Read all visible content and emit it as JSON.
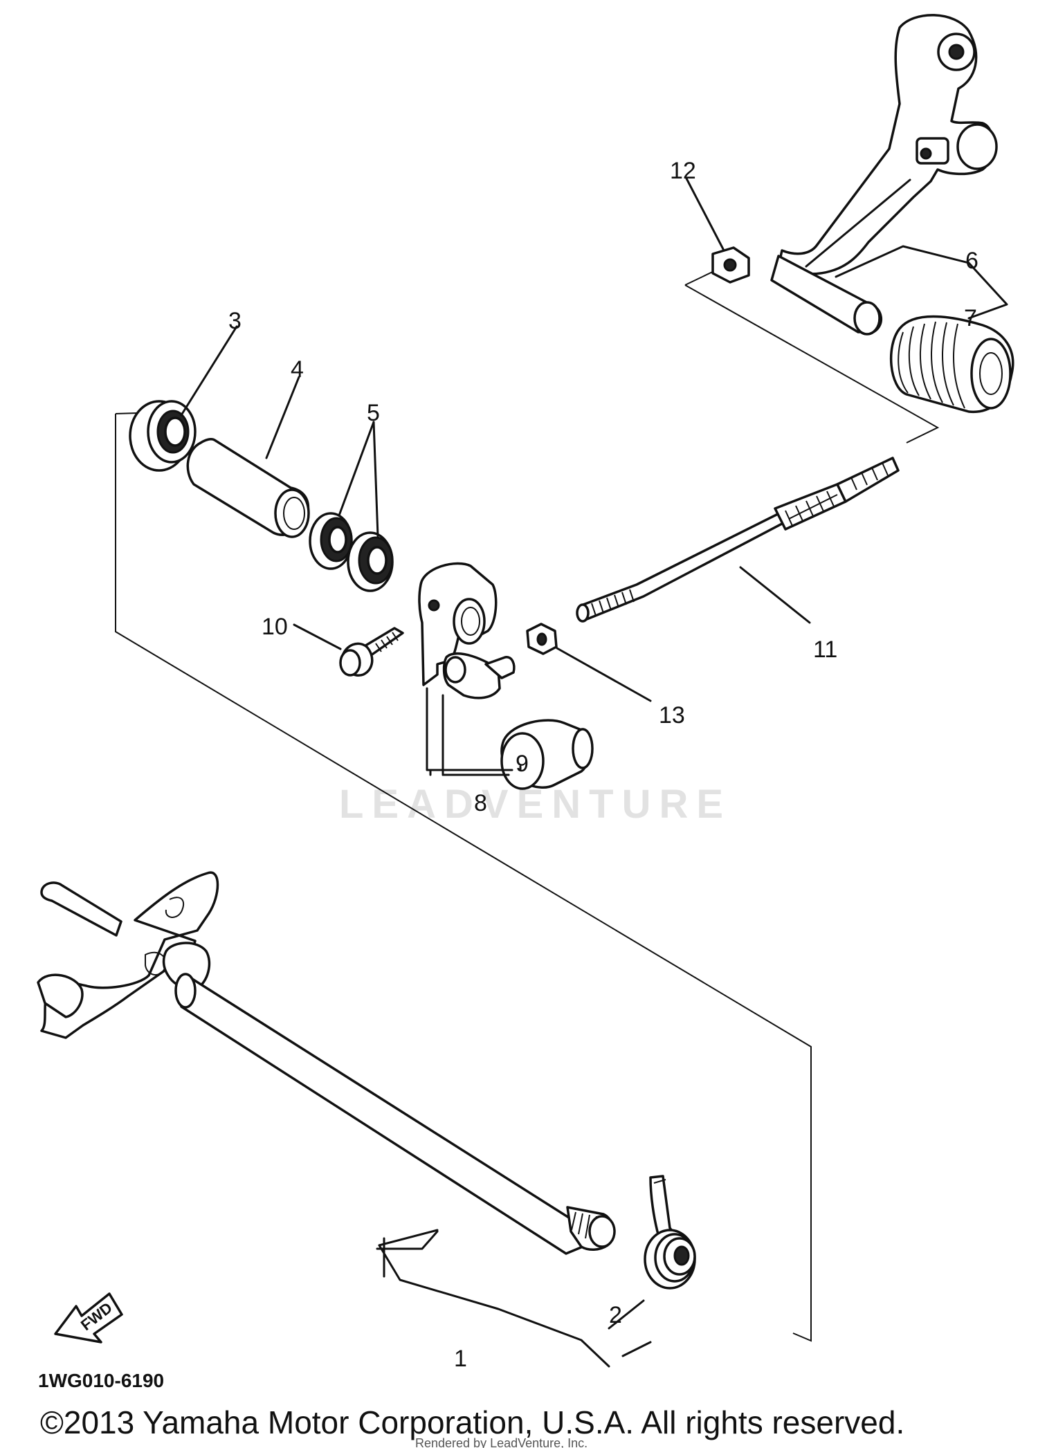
{
  "diagram": {
    "callouts": [
      "1",
      "2",
      "3",
      "4",
      "5",
      "6",
      "7",
      "8",
      "9",
      "10",
      "11",
      "12",
      "13"
    ],
    "watermark": "LEADVENTURE",
    "direction_arrow": "FWD",
    "diagram_code": "1WG010-6190",
    "copyright": "©2013 Yamaha Motor Corporation, U.S.A. All rights reserved.",
    "rendered_by": "Rendered by LeadVenture, Inc."
  }
}
